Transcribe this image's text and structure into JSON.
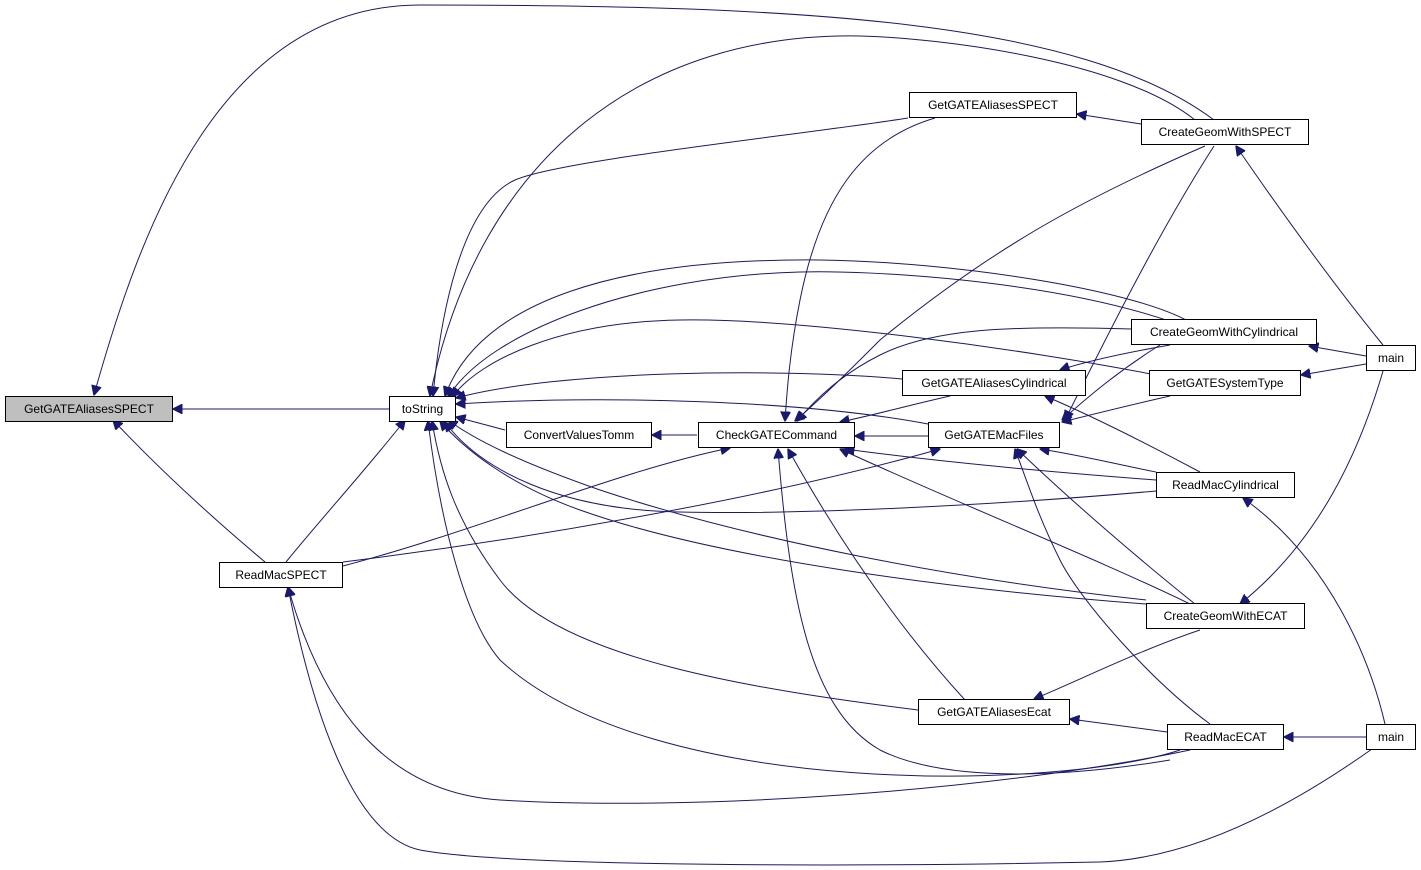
{
  "colors": {
    "edge": "#191970",
    "node_border": "#000000",
    "node_fill": "#ffffff",
    "root_fill": "#bfbfbf"
  },
  "nodes": [
    {
      "id": "root",
      "label": "GetGATEAliasesSPECT",
      "root": true
    },
    {
      "id": "tostring",
      "label": "toString"
    },
    {
      "id": "readmacspect",
      "label": "ReadMacSPECT"
    },
    {
      "id": "convert",
      "label": "ConvertValuesTomm"
    },
    {
      "id": "checkgate",
      "label": "CheckGATECommand"
    },
    {
      "id": "getaliasesspect2",
      "label": "GetGATEAliasesSPECT"
    },
    {
      "id": "getaliasescyl",
      "label": "GetGATEAliasesCylindrical"
    },
    {
      "id": "getmacfiles",
      "label": "GetGATEMacFiles"
    },
    {
      "id": "getaliasesecat",
      "label": "GetGATEAliasesEcat"
    },
    {
      "id": "creategeomspect",
      "label": "CreateGeomWithSPECT"
    },
    {
      "id": "creategeomcyl",
      "label": "CreateGeomWithCylindrical"
    },
    {
      "id": "getsystemtype",
      "label": "GetGATESystemType"
    },
    {
      "id": "readmaccyl",
      "label": "ReadMacCylindrical"
    },
    {
      "id": "creategeomecat",
      "label": "CreateGeomWithECAT"
    },
    {
      "id": "readmacecat",
      "label": "ReadMacECAT"
    },
    {
      "id": "main1",
      "label": "main"
    },
    {
      "id": "main2",
      "label": "main"
    }
  ],
  "edges": [
    {
      "from": "tostring",
      "to": "root"
    },
    {
      "from": "readmacspect",
      "to": "root"
    },
    {
      "from": "creategeomspect",
      "to": "root"
    },
    {
      "from": "readmacspect",
      "to": "tostring"
    },
    {
      "from": "convert",
      "to": "tostring"
    },
    {
      "from": "creategeomspect",
      "to": "tostring"
    },
    {
      "from": "getaliasesspect2",
      "to": "tostring"
    },
    {
      "from": "creategeomcyl",
      "to": "tostring"
    },
    {
      "from": "getsystemtype",
      "to": "tostring"
    },
    {
      "from": "getaliasescyl",
      "to": "tostring"
    },
    {
      "from": "getmacfiles",
      "to": "tostring"
    },
    {
      "from": "readmaccyl",
      "to": "tostring"
    },
    {
      "from": "creategeomecat",
      "to": "tostring"
    },
    {
      "from": "getaliasesecat",
      "to": "tostring"
    },
    {
      "from": "readmacecat",
      "to": "tostring"
    },
    {
      "from": "checkgate",
      "to": "convert"
    },
    {
      "from": "readmacspect",
      "to": "checkgate"
    },
    {
      "from": "getaliasesspect2",
      "to": "checkgate"
    },
    {
      "from": "creategeomspect",
      "to": "checkgate"
    },
    {
      "from": "creategeomcyl",
      "to": "checkgate"
    },
    {
      "from": "getaliasescyl",
      "to": "checkgate"
    },
    {
      "from": "getmacfiles",
      "to": "checkgate"
    },
    {
      "from": "readmaccyl",
      "to": "checkgate"
    },
    {
      "from": "creategeomecat",
      "to": "checkgate"
    },
    {
      "from": "getaliasesecat",
      "to": "checkgate"
    },
    {
      "from": "readmacecat",
      "to": "checkgate"
    },
    {
      "from": "readmacspect",
      "to": "getmacfiles"
    },
    {
      "from": "creategeomspect",
      "to": "getmacfiles"
    },
    {
      "from": "creategeomcyl",
      "to": "getmacfiles"
    },
    {
      "from": "getsystemtype",
      "to": "getmacfiles"
    },
    {
      "from": "readmaccyl",
      "to": "getmacfiles"
    },
    {
      "from": "creategeomecat",
      "to": "getmacfiles"
    },
    {
      "from": "readmacecat",
      "to": "getmacfiles"
    },
    {
      "from": "creategeomspect",
      "to": "getaliasesspect2"
    },
    {
      "from": "creategeomcyl",
      "to": "getaliasescyl"
    },
    {
      "from": "readmaccyl",
      "to": "getaliasescyl"
    },
    {
      "from": "creategeomecat",
      "to": "getaliasesecat"
    },
    {
      "from": "readmacecat",
      "to": "getaliasesecat"
    },
    {
      "from": "main1",
      "to": "creategeomspect"
    },
    {
      "from": "main1",
      "to": "creategeomcyl"
    },
    {
      "from": "main1",
      "to": "getsystemtype"
    },
    {
      "from": "main1",
      "to": "creategeomecat"
    },
    {
      "from": "main2",
      "to": "readmaccyl"
    },
    {
      "from": "main2",
      "to": "readmacecat"
    },
    {
      "from": "main2",
      "to": "readmacspect"
    },
    {
      "from": "readmacecat",
      "to": "readmacspect"
    }
  ]
}
